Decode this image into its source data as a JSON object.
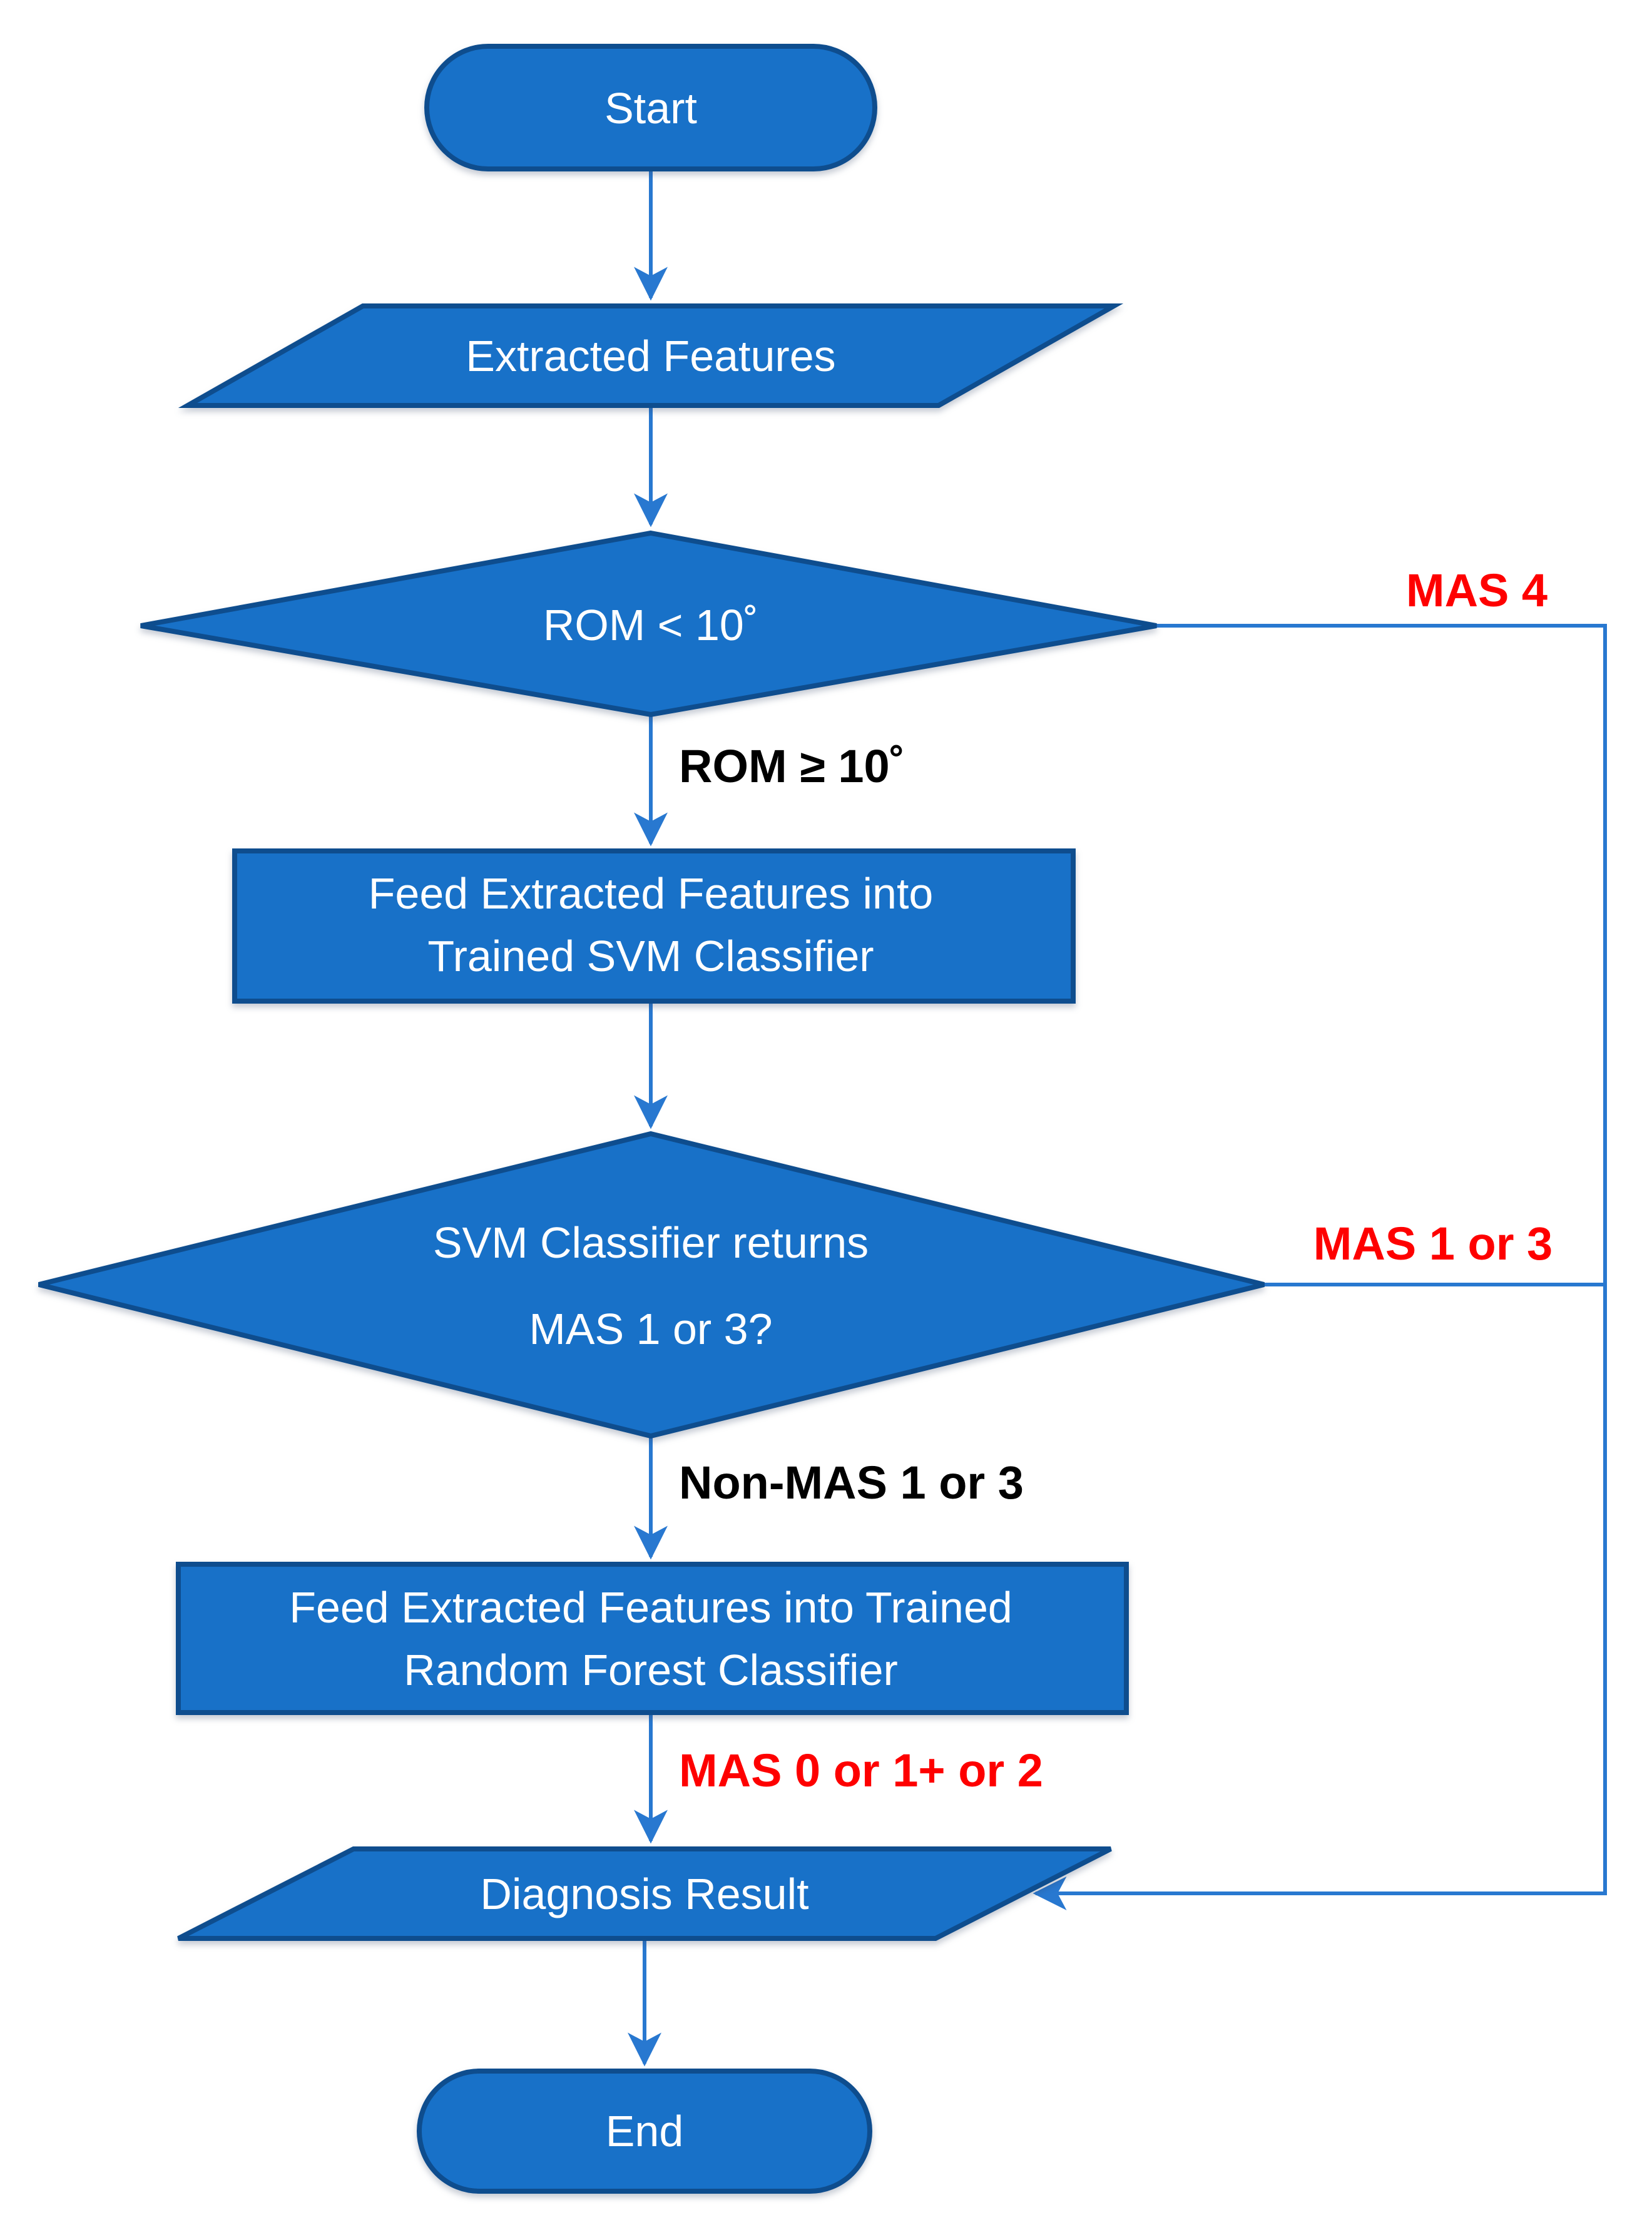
{
  "diagram": {
    "type": "flowchart",
    "colors": {
      "shape_fill": "#1871C8",
      "shape_border": "#0E4D8E",
      "connector": "#2878D0",
      "node_text": "#FFFFFF",
      "label_red": "#FE0000",
      "label_black": "#000000",
      "background": "#FFFFFF"
    },
    "nodes": {
      "start": {
        "type": "terminator",
        "label": "Start"
      },
      "extracted_features": {
        "type": "data",
        "label": "Extracted Features"
      },
      "rom_decision": {
        "type": "decision",
        "label": "ROM < 10˚"
      },
      "svm_process": {
        "type": "process",
        "line1": "Feed Extracted Features into",
        "line2": "Trained SVM Classifier"
      },
      "svm_decision": {
        "type": "decision",
        "line1": "SVM Classifier returns",
        "line2": "MAS 1 or 3?"
      },
      "rf_process": {
        "type": "process",
        "line1": "Feed Extracted Features into Trained",
        "line2": "Random Forest Classifier"
      },
      "diagnosis_result": {
        "type": "data",
        "label": "Diagnosis Result"
      },
      "end": {
        "type": "terminator",
        "label": "End"
      }
    },
    "edge_labels": {
      "mas4": "MAS 4",
      "rom_ge_10": "ROM ≥ 10˚",
      "mas_1_or_3": "MAS 1 or 3",
      "non_mas_1_or_3": "Non-MAS 1 or 3",
      "mas_0_or_1plus_or_2": "MAS 0 or 1+ or 2"
    }
  }
}
